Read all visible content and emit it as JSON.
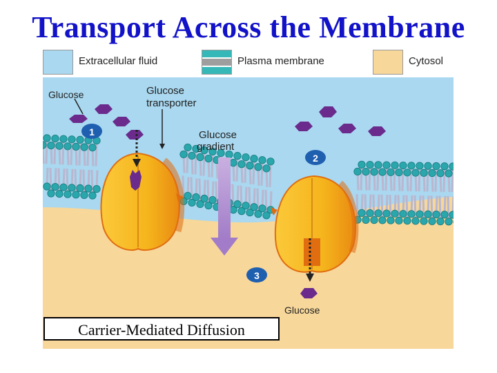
{
  "title": "Transport Across the Membrane",
  "legend": {
    "items": [
      {
        "label": "Extracellular fluid",
        "color": "#a9d8f0"
      },
      {
        "label": "Plasma membrane",
        "color": "#36b8b8"
      },
      {
        "label": "Cytosol",
        "color": "#f7d79a"
      }
    ]
  },
  "diagram": {
    "label_glucose_top": "Glucose",
    "label_transporter": [
      "Glucose",
      "transporter"
    ],
    "label_gradient": [
      "Glucose",
      "gradient"
    ],
    "label_glucose_bottom": "Glucose",
    "steps": [
      "1",
      "2",
      "3"
    ]
  },
  "caption": "Carrier-Mediated Diffusion",
  "colors": {
    "extracellular": "#a9d8f0",
    "cytosol": "#f7d79a",
    "head": "#2aa7ac",
    "tail": "#b9b7cf",
    "carrier": "#f5b41c",
    "carrier_edge": "#e06d10",
    "glucose": "#6a2b8c",
    "step_badge": "#1f5fb0",
    "gradient_arrow": "#b08fd0"
  }
}
